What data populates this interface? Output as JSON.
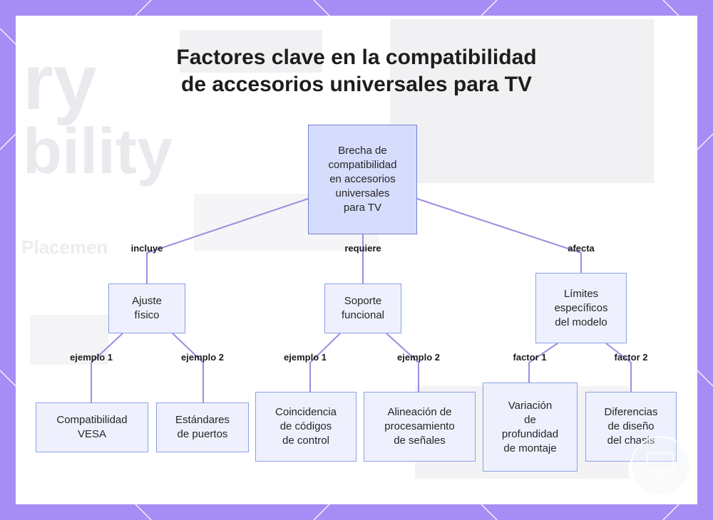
{
  "title": {
    "line1": "Factores clave en la compatibilidad",
    "line2": "de accesorios universales para TV"
  },
  "colors": {
    "frame": "#a68cf5",
    "node_fill": "#eef1fd",
    "root_fill": "#d6dcfb",
    "node_border": "#8aa0e6",
    "connector": "#a28ae0"
  },
  "nodes": {
    "root": "Brecha de\ncompatibilidad\nen accesorios\nuniversales\npara TV",
    "ajuste": "Ajuste\nfísico",
    "soporte": "Soporte\nfuncional",
    "limites": "Límites\nespecíficos\ndel modelo",
    "vesa": "Compatibilidad\nVESA",
    "puertos": "Estándares\nde puertos",
    "codigos": "Coincidencia\nde códigos\nde control",
    "senales": "Alineación de\nprocesamiento\nde señales",
    "profundidad": "Variación\nde\nprofundidad\nde montaje",
    "chasis": "Diferencias\nde diseño\ndel chasis"
  },
  "edges": {
    "incluye": "incluye",
    "requiere": "requiere",
    "afecta": "afecta",
    "ajuste_ej1": "ejemplo 1",
    "ajuste_ej2": "ejemplo 2",
    "soporte_ej1": "ejemplo 1",
    "soporte_ej2": "ejemplo 2",
    "limites_f1": "factor 1",
    "limites_f2": "factor 2"
  },
  "decor": {
    "badge_icon": "tv-icon"
  }
}
